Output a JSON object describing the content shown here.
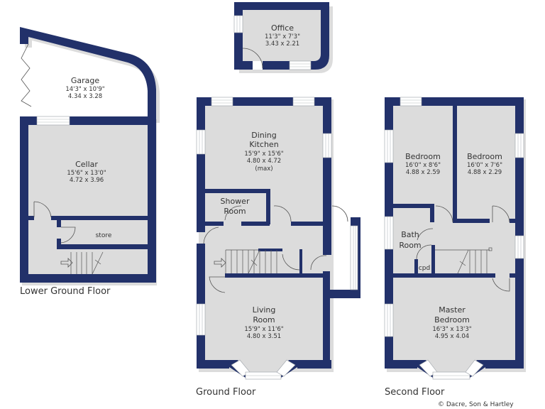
{
  "colors": {
    "wall": "#22316a",
    "background": "#ffffff",
    "text": "#333333"
  },
  "floors": {
    "lower_ground": {
      "label": "Lower Ground Floor",
      "rooms": {
        "garage": {
          "name": "Garage",
          "imperial": "14'3\" x 10'9\"",
          "metric": "4.34 x 3.28"
        },
        "cellar": {
          "name": "Cellar",
          "imperial": "15'6\" x 13'0\"",
          "metric": "4.72 x 3.96"
        },
        "store": {
          "name": "store"
        }
      }
    },
    "office": {
      "rooms": {
        "office": {
          "name": "Office",
          "imperial": "11'3\" x 7'3\"",
          "metric": "3.43 x 2.21"
        }
      }
    },
    "ground": {
      "label": "Ground Floor",
      "rooms": {
        "dining_kitchen": {
          "name_line1": "Dining",
          "name_line2": "Kitchen",
          "imperial": "15'9\" x 15'6\"",
          "metric": "4.80 x 4.72",
          "note": "(max)"
        },
        "shower_room": {
          "name_line1": "Shower",
          "name_line2": "Room"
        },
        "living_room": {
          "name_line1": "Living",
          "name_line2": "Room",
          "imperial": "15'9\" x 11'6\"",
          "metric": "4.80 x 3.51"
        }
      }
    },
    "second": {
      "label": "Second Floor",
      "rooms": {
        "bedroom_1": {
          "name": "Bedroom",
          "imperial": "16'0\" x 8'6\"",
          "metric": "4.88 x 2.59"
        },
        "bedroom_2": {
          "name": "Bedroom",
          "imperial": "16'0\" x 7'6\"",
          "metric": "4.88 x 2.29"
        },
        "bath_room": {
          "name_line1": "Bath",
          "name_line2": "Room"
        },
        "cpd": {
          "name": "cpd"
        },
        "master_bedroom": {
          "name_line1": "Master",
          "name_line2": "Bedroom",
          "imperial": "16'3\" x 13'3\"",
          "metric": "4.95 x 4.04"
        }
      }
    }
  },
  "copyright": "© Dacre, Son & Hartley"
}
